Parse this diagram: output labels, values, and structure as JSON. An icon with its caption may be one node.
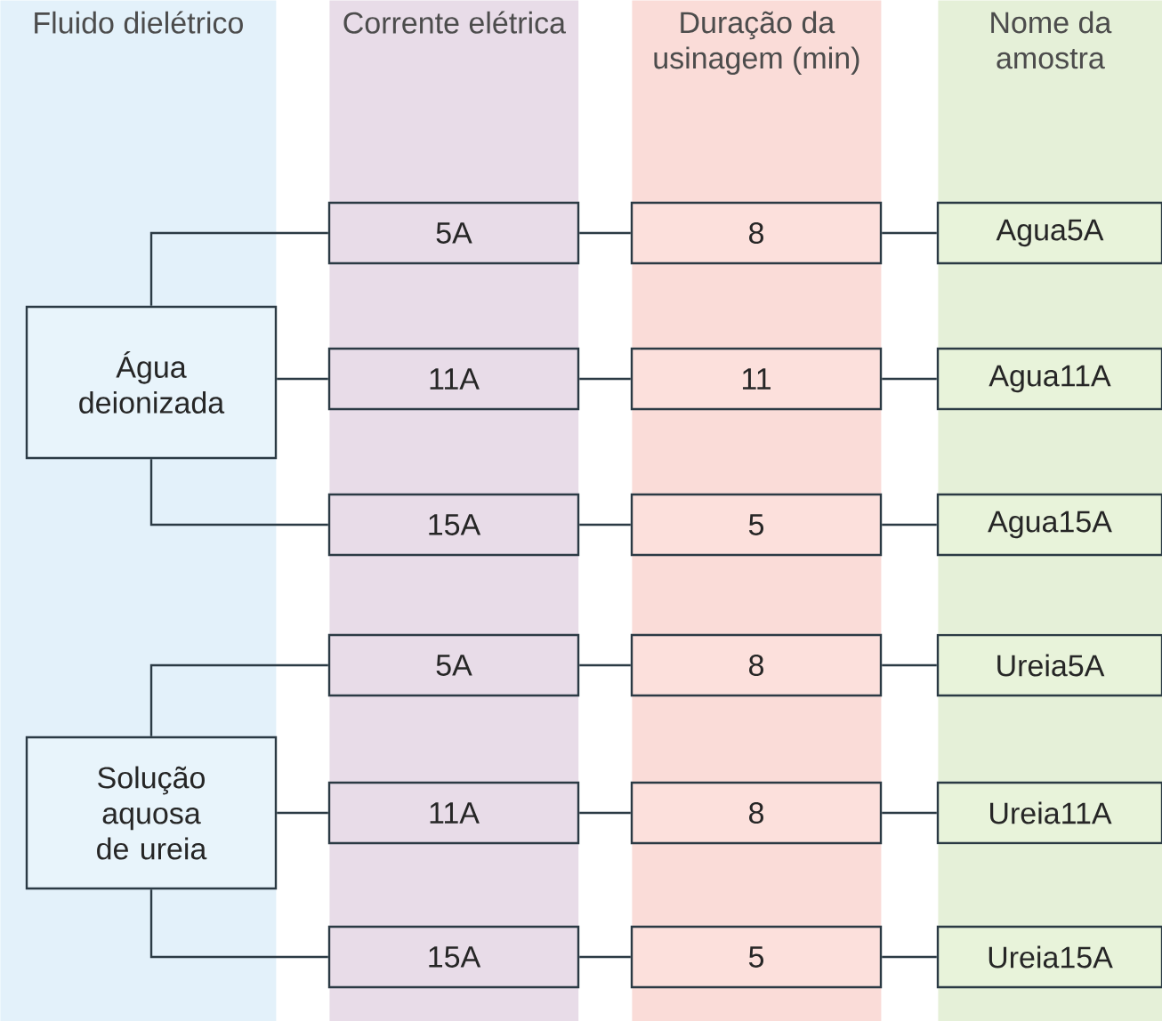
{
  "diagram": {
    "nodes": [
      {
        "text": [
          "Fluido dielétrico"
        ]
      },
      {
        "text": [
          "Corrente elétrica"
        ]
      },
      {
        "text": [
          "Duração da usinagem (min)"
        ]
      },
      {
        "text": [
          "Nome da amostra"
        ]
      },
      {
        "text": [
          "Água deionizada"
        ],
        "in": 0
      },
      {
        "text": [
          "5A"
        ],
        "in": 1
      },
      {
        "text": [
          "8"
        ],
        "in": 2
      },
      {
        "text": [
          "Agua5A"
        ],
        "in": 3
      },
      {
        "text": [
          "11A"
        ],
        "in": 1
      },
      {
        "text": [
          "11"
        ],
        "in": 2
      },
      {
        "text": [
          "Agua11A"
        ],
        "in": 3
      },
      {
        "text": [
          "15A"
        ],
        "in": 1
      },
      {
        "text": [
          "5"
        ],
        "in": 2
      },
      {
        "text": [
          "Agua15A"
        ],
        "in": 3
      },
      {
        "text": [
          "Solução aquosa de ureia"
        ],
        "in": 0
      },
      {
        "text": [
          "5A"
        ],
        "in": 1
      },
      {
        "text": [
          "8"
        ],
        "in": 2
      },
      {
        "text": [
          "Ureia5A"
        ],
        "in": 3
      },
      {
        "text": [
          "11A"
        ],
        "in": 1
      },
      {
        "text": [
          "8"
        ],
        "in": 2
      },
      {
        "text": [
          "Ureia11A"
        ],
        "in": 3
      },
      {
        "text": [
          "15A"
        ],
        "in": 1
      },
      {
        "text": [
          "5"
        ],
        "in": 2
      },
      {
        "text": [
          "Ureia15A"
        ],
        "in": 3
      }
    ],
    "edges": [
      {
        "from": 4,
        "to": 5,
        "arrow": "none"
      },
      {
        "from": 4,
        "to": 8,
        "arrow": "none"
      },
      {
        "from": 4,
        "to": 11,
        "arrow": "none"
      },
      {
        "from": 5,
        "to": 6,
        "arrow": "none"
      },
      {
        "from": 6,
        "to": 7,
        "arrow": "none"
      },
      {
        "from": 8,
        "to": 9,
        "arrow": "none"
      },
      {
        "from": 9,
        "to": 10,
        "arrow": "none"
      },
      {
        "from": 11,
        "to": 12,
        "arrow": "none"
      },
      {
        "from": 12,
        "to": 13,
        "arrow": "none"
      },
      {
        "from": 14,
        "to": 15,
        "arrow": "none"
      },
      {
        "from": 14,
        "to": 18,
        "arrow": "none"
      },
      {
        "from": 14,
        "to": 21,
        "arrow": "none"
      },
      {
        "from": 15,
        "to": 16,
        "arrow": "none"
      },
      {
        "from": 16,
        "to": 17,
        "arrow": "none"
      },
      {
        "from": 18,
        "to": 19,
        "arrow": "none"
      },
      {
        "from": 19,
        "to": 20,
        "arrow": "none"
      },
      {
        "from": 21,
        "to": 22,
        "arrow": "none"
      },
      {
        "from": 22,
        "to": 23,
        "arrow": "none"
      }
    ]
  }
}
